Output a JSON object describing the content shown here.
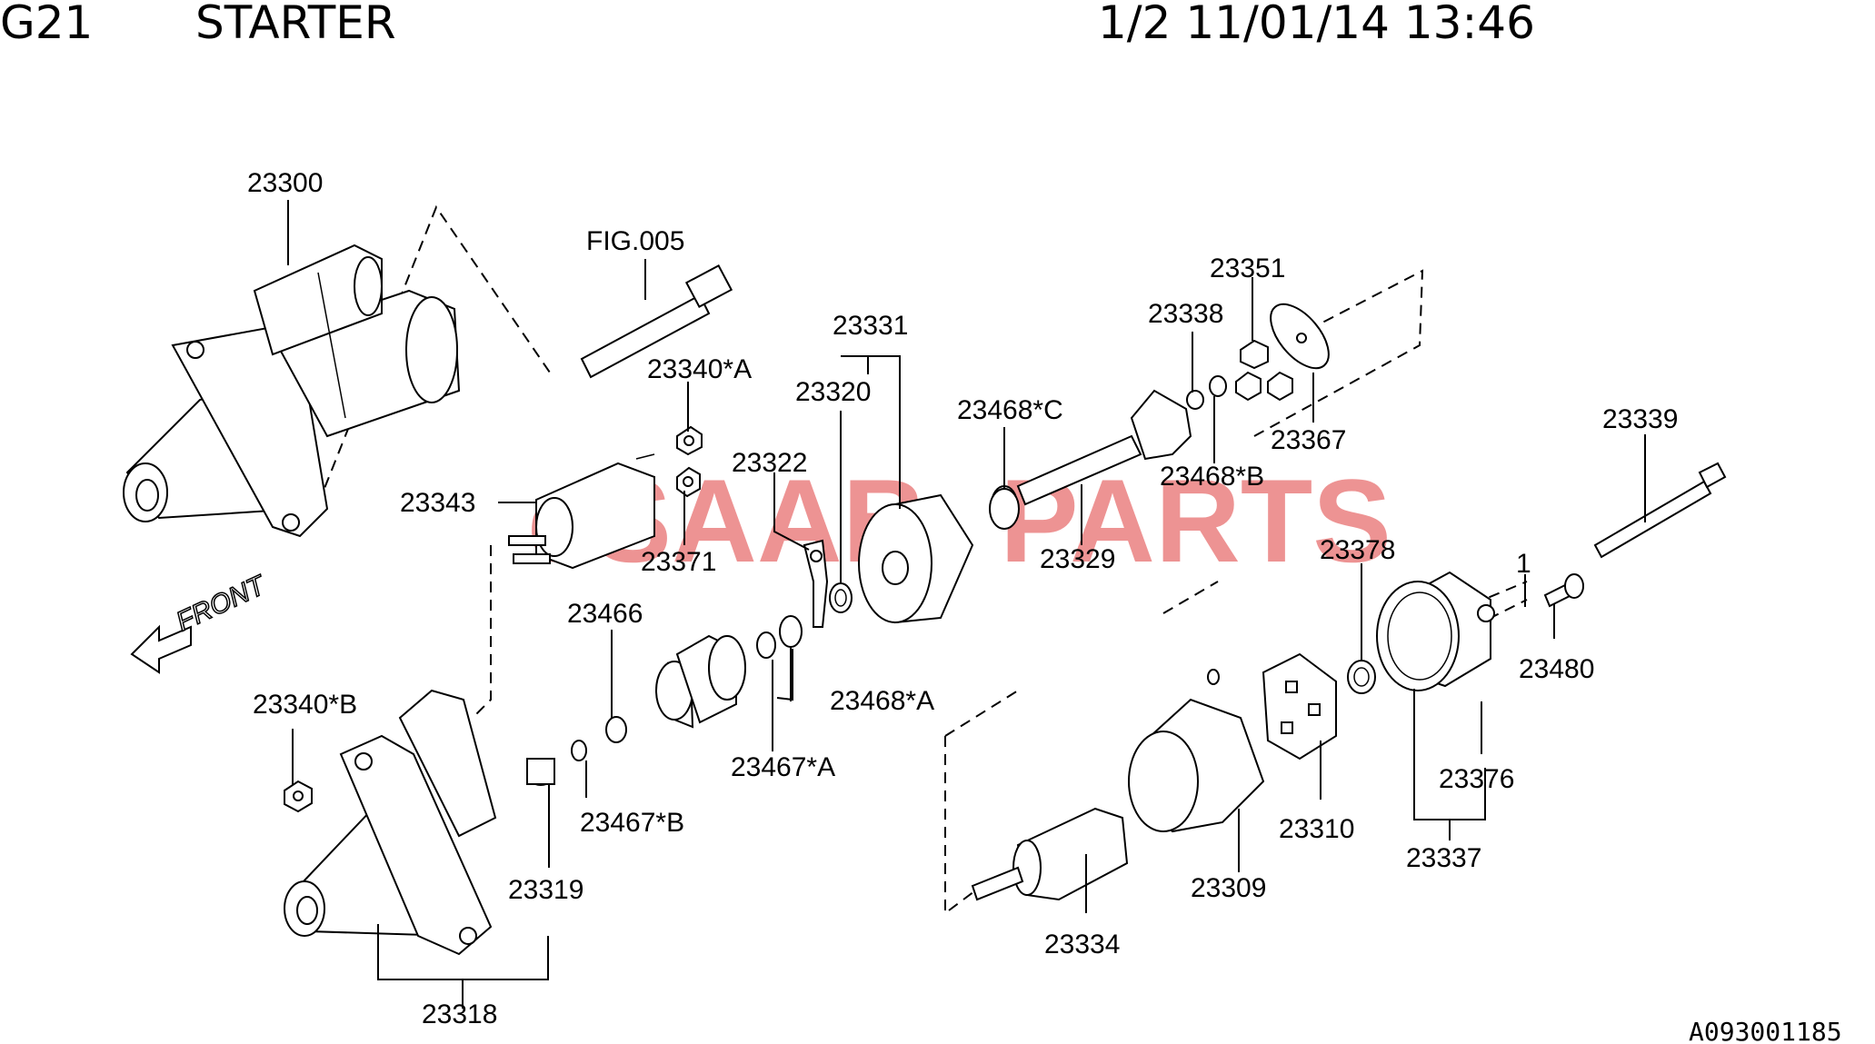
{
  "header": {
    "fig_code": "G21",
    "title": "STARTER",
    "page_datetime": "1/2 11/01/14 13:46"
  },
  "watermark": {
    "prefix": "eSAAB",
    "suffix": "PARTS",
    "color": "#e03c3c"
  },
  "front_indicator": {
    "label": "FRONT"
  },
  "reference_code": "A093001185",
  "callouts": [
    {
      "id": "23300",
      "label": "23300"
    },
    {
      "id": "fig005",
      "label": "FIG.005"
    },
    {
      "id": "23340A",
      "label": "23340*A"
    },
    {
      "id": "23343",
      "label": "23343"
    },
    {
      "id": "23371",
      "label": "23371"
    },
    {
      "id": "23322",
      "label": "23322"
    },
    {
      "id": "23320",
      "label": "23320"
    },
    {
      "id": "23331",
      "label": "23331"
    },
    {
      "id": "23468C",
      "label": "23468*C"
    },
    {
      "id": "23338",
      "label": "23338"
    },
    {
      "id": "23351",
      "label": "23351"
    },
    {
      "id": "23367",
      "label": "23367"
    },
    {
      "id": "23468B",
      "label": "23468*B"
    },
    {
      "id": "23329",
      "label": "23329"
    },
    {
      "id": "23339",
      "label": "23339"
    },
    {
      "id": "23378",
      "label": "23378"
    },
    {
      "id": "23480",
      "label": "23480"
    },
    {
      "id": "23466",
      "label": "23466"
    },
    {
      "id": "23468A",
      "label": "23468*A"
    },
    {
      "id": "23467A",
      "label": "23467*A"
    },
    {
      "id": "23340B",
      "label": "23340*B"
    },
    {
      "id": "23467B",
      "label": "23467*B"
    },
    {
      "id": "23319",
      "label": "23319"
    },
    {
      "id": "23318",
      "label": "23318"
    },
    {
      "id": "23376",
      "label": "23376"
    },
    {
      "id": "23310",
      "label": "23310"
    },
    {
      "id": "23337",
      "label": "23337"
    },
    {
      "id": "23309",
      "label": "23309"
    },
    {
      "id": "23334",
      "label": "23334"
    },
    {
      "id": "mark1",
      "label": "1"
    }
  ]
}
